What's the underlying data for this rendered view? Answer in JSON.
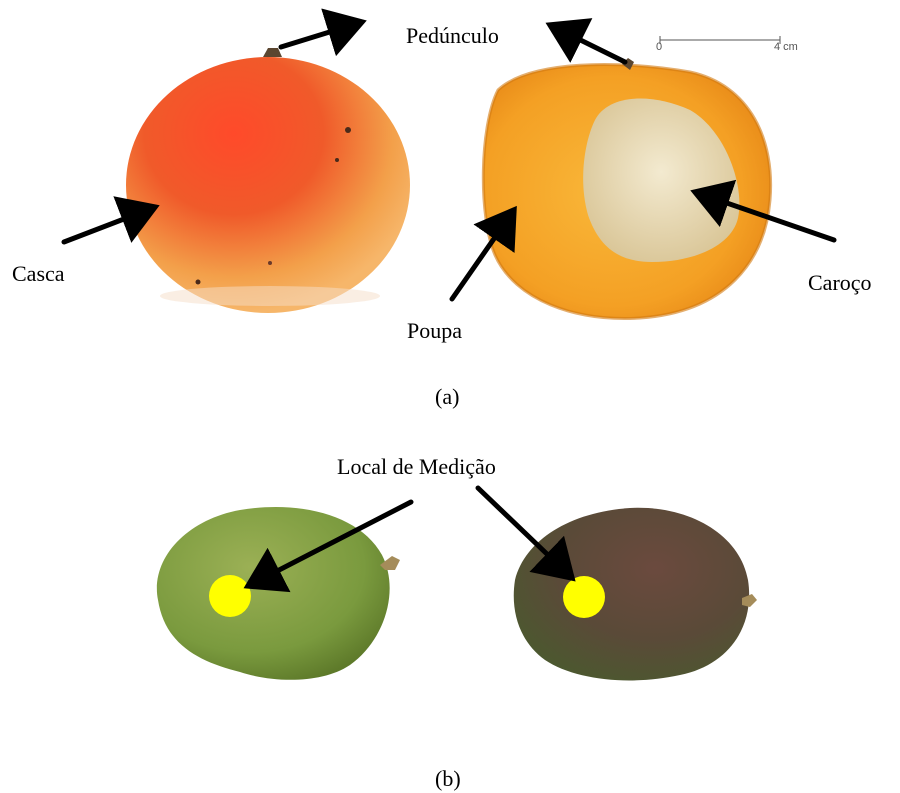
{
  "panel_a": {
    "labels": {
      "peduncle": "Pedúnculo",
      "peel": "Casca",
      "pulp": "Poupa",
      "seed": "Caroço"
    },
    "caption": "(a)",
    "scale_bar": {
      "start_label": "0",
      "end_label": "4 cm"
    }
  },
  "panel_b": {
    "label": "Local de Medição",
    "caption": "(b)",
    "marker_color": "#ffff00"
  },
  "colors": {
    "mango_red": "#e8402a",
    "mango_orange": "#f2922e",
    "pulp": "#f6a323",
    "seed": "#e9dcb9",
    "green_mango": "#7a9a3e",
    "dark_mango": "#5e4a3c",
    "arrow": "#000000"
  }
}
